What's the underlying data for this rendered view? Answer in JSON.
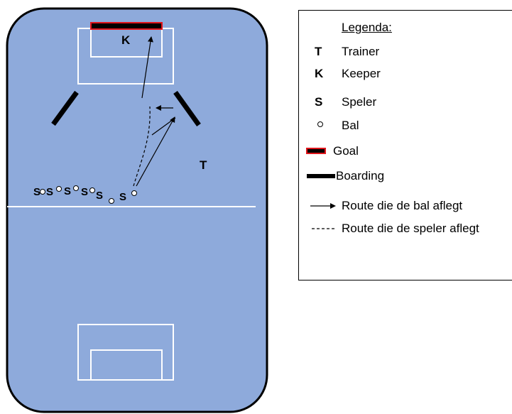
{
  "colors": {
    "field": "#8eaadb",
    "field_border": "#000000",
    "lines": "#ffffff",
    "goal": "#e0151b",
    "ink": "#000000"
  },
  "field": {
    "keeper_letter": "K",
    "trainer_letter": "T",
    "player_letter": "S",
    "ball_icon": "circle"
  },
  "legend": {
    "title": "Legenda:",
    "items": [
      {
        "symbol": "T",
        "label": "Trainer"
      },
      {
        "symbol": "K",
        "label": "Keeper"
      },
      {
        "symbol": "S",
        "label": "Speler"
      },
      {
        "symbol": "ball",
        "label": "Bal"
      },
      {
        "symbol": "goal",
        "label": "Goal"
      },
      {
        "symbol": "boarding",
        "label": "Boarding"
      },
      {
        "symbol": "arrow",
        "label": "Route die de bal aflegt"
      },
      {
        "symbol": "dashed",
        "label": "Route die de speler aflegt"
      }
    ]
  }
}
